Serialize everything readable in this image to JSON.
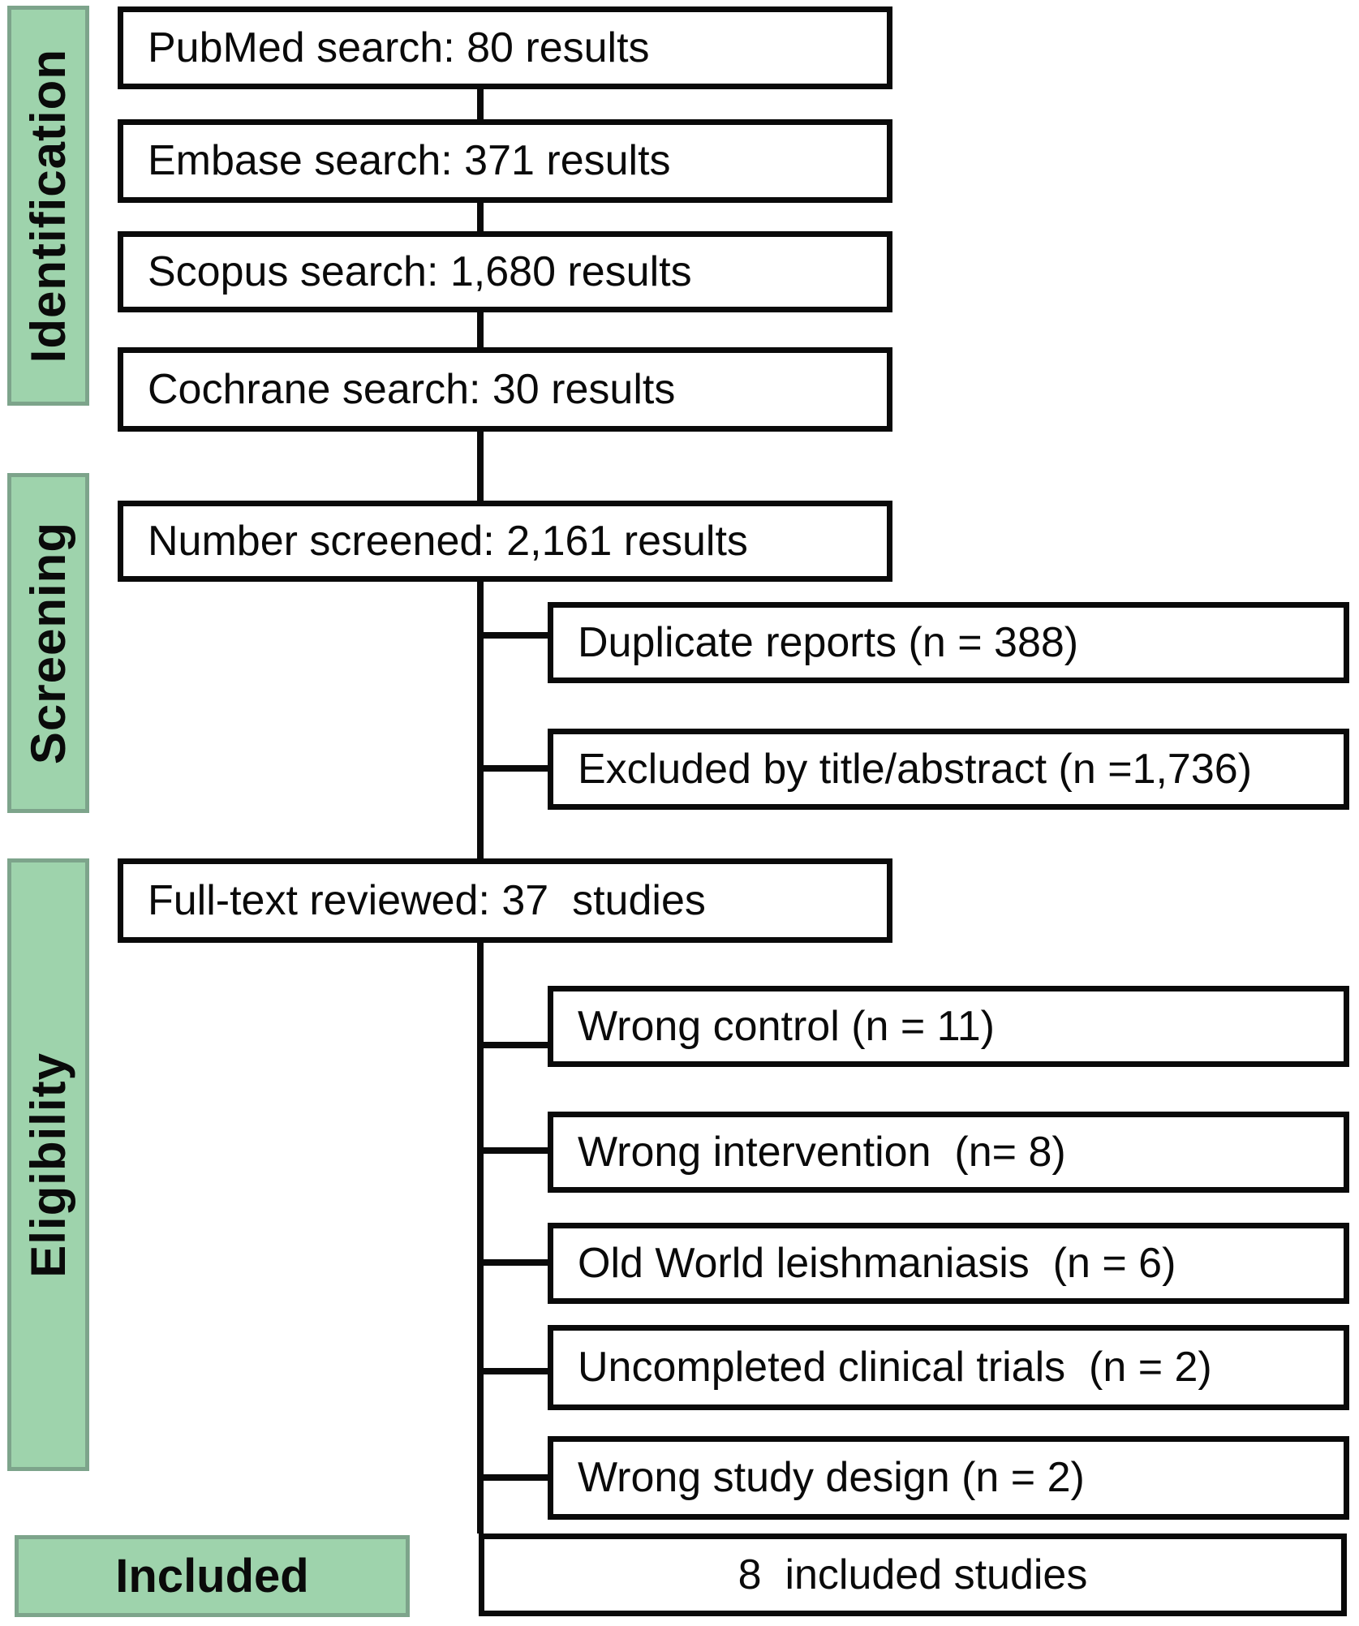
{
  "flowchart": {
    "sidebar": {
      "identification": "Identification",
      "screening": "Screening",
      "eligibility": "Eligibility",
      "included": "Included"
    },
    "main": {
      "pubmed": "PubMed search: 80 results",
      "embase": "Embase search: 371 results",
      "scopus": "Scopus search: 1,680 results",
      "cochrane": "Cochrane search: 30 results",
      "screened": "Number screened: 2,161 results",
      "fulltext": "Full-text reviewed: 37  studies"
    },
    "exclusions": {
      "duplicates": "Duplicate reports (n = 388)",
      "title_abstract": "Excluded by title/abstract (n =1,736)",
      "wrong_control": "Wrong control (n = 11)",
      "wrong_intervention": "Wrong intervention  (n= 8)",
      "old_world": "Old World leishmaniasis  (n = 6)",
      "uncompleted_trials": "Uncompleted clinical trials  (n = 2)",
      "wrong_design": "Wrong study design (n = 2)"
    },
    "result": {
      "included_studies": "8  included studies"
    },
    "colors": {
      "stage_fill": "#9ed3ac",
      "stage_border": "#7da48b",
      "line_color": "#0a0a0a"
    }
  }
}
